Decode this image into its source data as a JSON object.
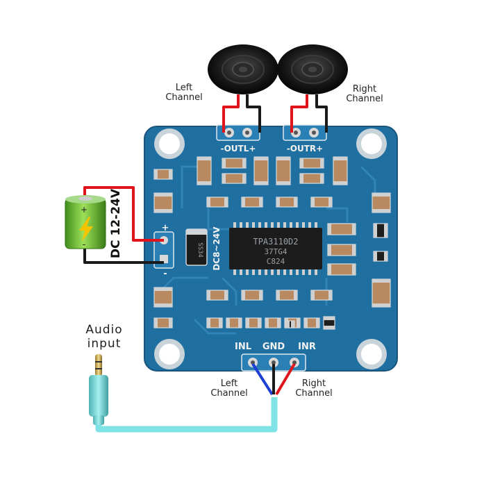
{
  "labels": {
    "left_channel_top": [
      "Left",
      "Channel"
    ],
    "right_channel_top": [
      "Right",
      "Channel"
    ],
    "left_channel_bottom": [
      "Left",
      "Channel"
    ],
    "right_channel_bottom": [
      "Right",
      "Channel"
    ],
    "audio_input": [
      "Audio",
      "input"
    ]
  },
  "battery": {
    "label": "DC 12-24V",
    "plus": "+",
    "minus": "-"
  },
  "board": {
    "outl_label": "-OUTL+",
    "outr_label": "-OUTR+",
    "power_label": "DC8~24V",
    "plus": "+",
    "minus": "-",
    "input_labels": [
      "INL",
      "GND",
      "INR"
    ],
    "chip_lines": [
      "TPA3110D2",
      "37TG4",
      "C824"
    ],
    "diode_text": "SS34"
  },
  "colors": {
    "pcb": "#1f6fa0",
    "wire_red": "#e0141b",
    "wire_black": "#1a1a1a",
    "wire_blue": "#1d3fd6",
    "cable_cyan": "#7fe3e6",
    "battery_green": "#6dbb2f"
  }
}
